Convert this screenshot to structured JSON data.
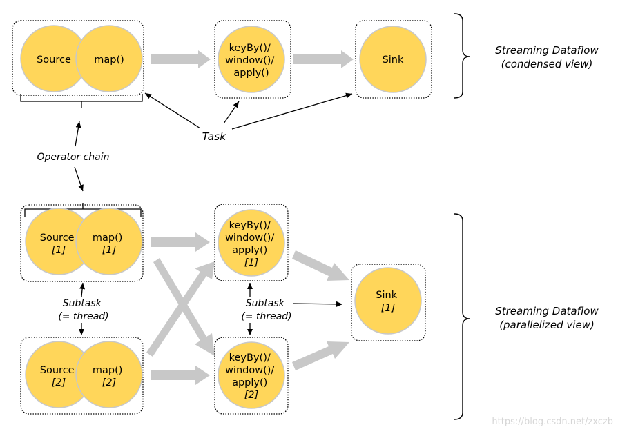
{
  "colors": {
    "circle_fill": "#FFD65A",
    "circle_stroke": "#C8C8C8",
    "flow_arrow": "#C8C8C8",
    "box_border": "#000000",
    "text": "#000000",
    "watermark": "#D6D6D6"
  },
  "nodes": {
    "source": "Source",
    "map": "map()",
    "keyby": [
      "keyBy()/",
      "window()/",
      "apply()"
    ],
    "sink": "Sink",
    "index_1": "[1]",
    "index_2": "[2]"
  },
  "labels": {
    "task": "Task",
    "operator_chain": "Operator chain",
    "subtask_line1": "Subtask",
    "subtask_line2": "(= thread)"
  },
  "views": {
    "condensed_line1": "Streaming Dataflow",
    "condensed_line2": "(condensed view)",
    "parallel_line1": "Streaming Dataflow",
    "parallel_line2": "(parallelized view)"
  },
  "watermark": "https://blog.csdn.net/zxczb"
}
